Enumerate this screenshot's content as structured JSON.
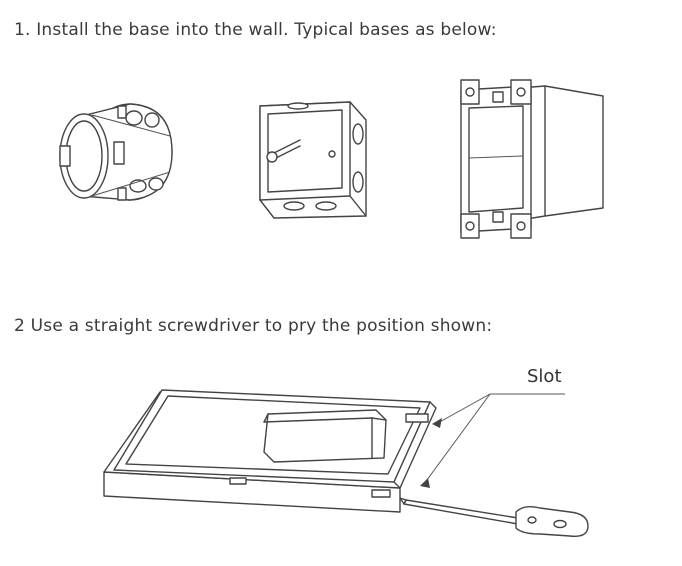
{
  "steps": [
    {
      "text": "1. Install the base into the wall. Typical bases as below:"
    },
    {
      "text": "2  Use a straight screwdriver to pry the position shown:"
    }
  ],
  "callout": {
    "label": "Slot"
  },
  "figures": {
    "bases": [
      "round-box-icon",
      "square-box-icon",
      "rectangular-box-icon"
    ],
    "pry": "panel-screwdriver-icon"
  },
  "colors": {
    "text": "#3a3a3a",
    "line": "#444444",
    "background": "#ffffff"
  }
}
